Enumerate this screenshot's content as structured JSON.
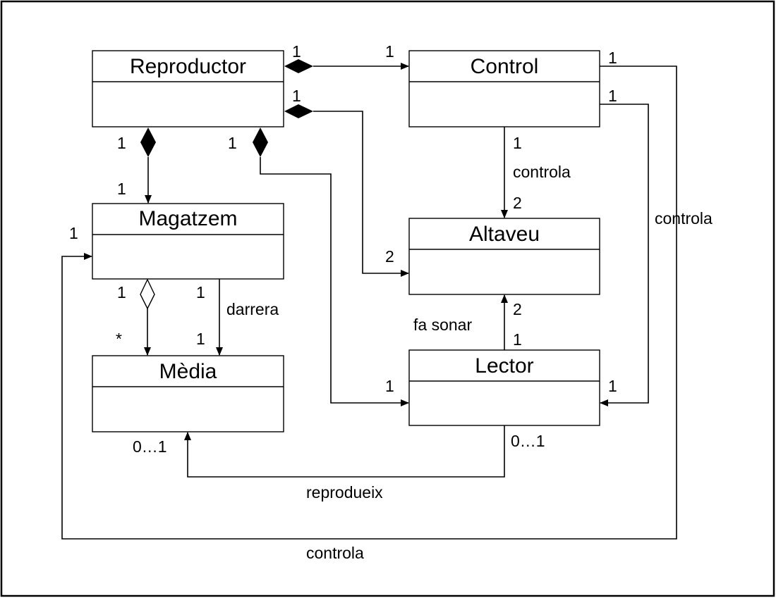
{
  "classes": {
    "reproductor": "Reproductor",
    "control": "Control",
    "magatzem": "Magatzem",
    "altaveu": "Altaveu",
    "media": "Mèdia",
    "lector": "Lector"
  },
  "multiplicities": {
    "rep_control_rep": "1",
    "rep_control_ctrl": "1",
    "rep_altaveu_rep": "1",
    "rep_altaveu_alt": "2",
    "rep_magatzem_rep": "1",
    "rep_magatzem_mag": "1",
    "rep_lector_rep": "1",
    "rep_lector_lec": "1",
    "control_altaveu_ctrl": "1",
    "control_altaveu_alt": "2",
    "control_magatzem_ctrl": "1",
    "control_magatzem_mag": "1",
    "control_lector_ctrl": "1",
    "control_lector_lec": "1",
    "magatzem_media_agg_mag": "1",
    "magatzem_media_agg_med": "*",
    "magatzem_media_darrera_mag": "1",
    "magatzem_media_darrera_med": "1",
    "lector_altaveu_lec": "1",
    "lector_altaveu_alt": "2",
    "lector_media_lec": "0…1",
    "lector_media_med": "0…1"
  },
  "associations": {
    "control_altaveu": "controla",
    "control_lector": "controla",
    "control_magatzem": "controla",
    "magatzem_media": "darrera",
    "lector_altaveu": "fa sonar",
    "lector_media": "reprodueix"
  }
}
